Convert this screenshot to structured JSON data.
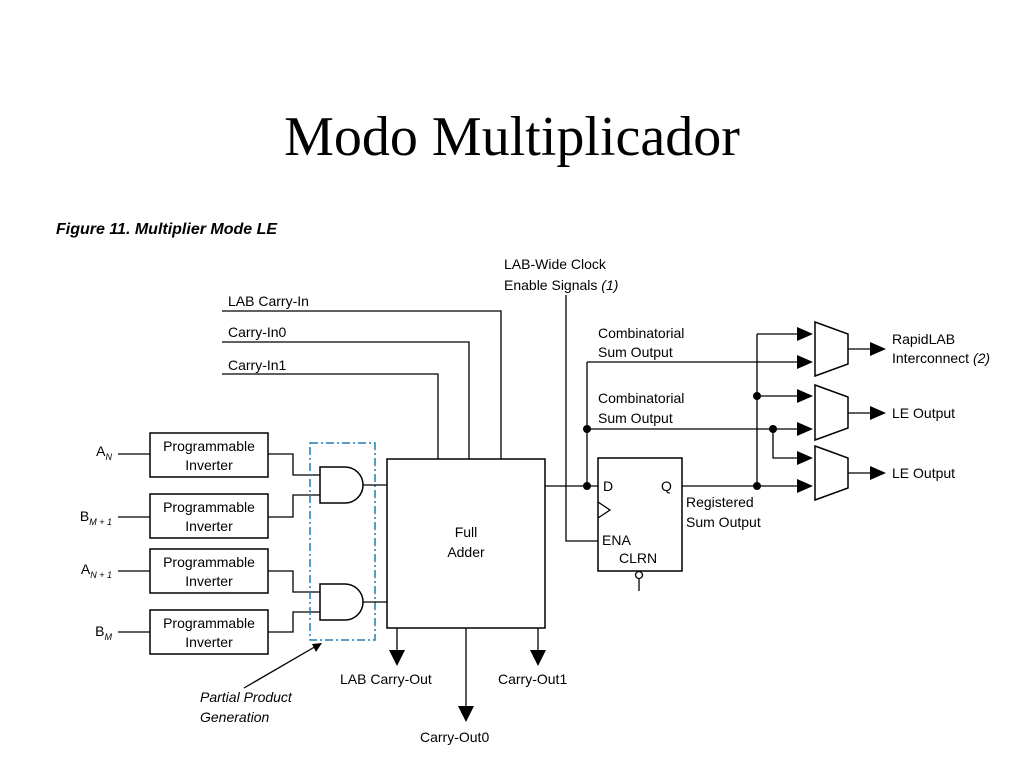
{
  "title": "Modo Multiplicador",
  "figure_caption": "Figure 11. Multiplier Mode LE",
  "inputs": [
    {
      "main": "A",
      "sub": "N"
    },
    {
      "main": "B",
      "sub": "M + 1"
    },
    {
      "main": "A",
      "sub": "N + 1"
    },
    {
      "main": "B",
      "sub": "M"
    }
  ],
  "inverter": {
    "line1": "Programmable",
    "line2": "Inverter"
  },
  "carry_inputs": [
    "LAB Carry-In",
    "Carry-In0",
    "Carry-In1"
  ],
  "full_adder": {
    "line1": "Full",
    "line2": "Adder"
  },
  "clock_enable": {
    "line1": "LAB-Wide Clock",
    "line2": "Enable Signals",
    "note": "(1)"
  },
  "combinatorial_sum_1": {
    "line1": "Combinatorial",
    "line2": "Sum Output"
  },
  "combinatorial_sum_2": {
    "line1": "Combinatorial",
    "line2": "Sum Output"
  },
  "register": {
    "d": "D",
    "q": "Q",
    "ena": "ENA",
    "clrn": "CLRN"
  },
  "registered_sum": {
    "line1": "Registered",
    "line2": "Sum Output"
  },
  "outputs": {
    "rapidlab": {
      "line1": "RapidLAB",
      "line2": "Interconnect",
      "note": "(2)"
    },
    "le_output_1": "LE Output",
    "le_output_2": "LE Output"
  },
  "carry_outputs": {
    "lab_carry_out": "LAB Carry-Out",
    "carry_out1": "Carry-Out1",
    "carry_out0": "Carry-Out0"
  },
  "partial_product": {
    "line1": "Partial Product",
    "line2": "Generation"
  }
}
